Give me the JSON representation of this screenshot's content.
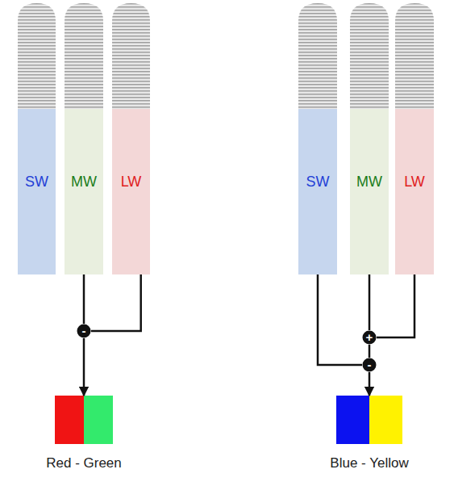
{
  "diagram": {
    "nodes": [
      {
        "text": [
          "SW"
        ]
      },
      {
        "text": [
          "MW"
        ]
      },
      {
        "text": [
          "LW"
        ]
      },
      {
        "text": [
          "-"
        ]
      },
      {
        "text": [
          "Red - Green"
        ]
      },
      {
        "text": [
          "SW"
        ]
      },
      {
        "text": [
          "MW"
        ]
      },
      {
        "text": [
          "LW"
        ]
      },
      {
        "text": [
          "+"
        ]
      },
      {
        "text": [
          "-"
        ]
      },
      {
        "text": [
          "Blue - Yellow"
        ]
      }
    ],
    "edges": [
      {
        "from": 1,
        "to": 3,
        "arrow": "none"
      },
      {
        "from": 2,
        "to": 3,
        "arrow": "none"
      },
      {
        "from": 3,
        "to": 4,
        "arrow": "to"
      },
      {
        "from": 5,
        "to": 9,
        "arrow": "none"
      },
      {
        "from": 6,
        "to": 8,
        "arrow": "none"
      },
      {
        "from": 7,
        "to": 8,
        "arrow": "none"
      },
      {
        "from": 8,
        "to": 9,
        "arrow": "none"
      },
      {
        "from": 9,
        "to": 10,
        "arrow": "to"
      }
    ]
  }
}
